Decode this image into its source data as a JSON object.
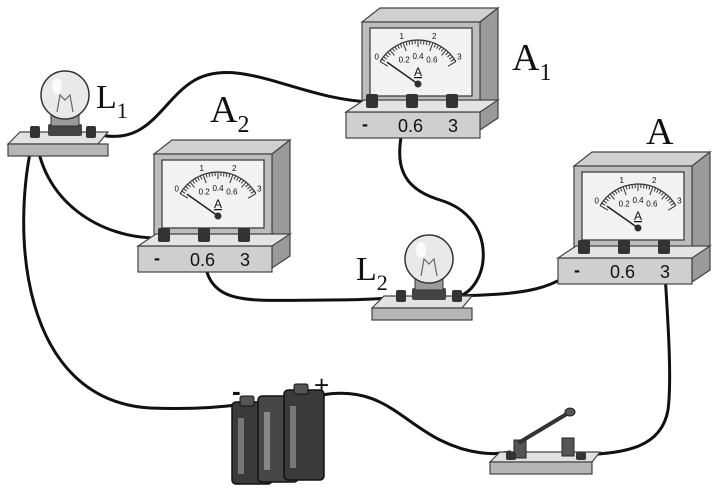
{
  "labels": {
    "bulb1_main": "L",
    "bulb1_sub": "1",
    "bulb2_main": "L",
    "bulb2_sub": "2",
    "ammeter1_main": "A",
    "ammeter1_sub": "1",
    "ammeter2_main": "A",
    "ammeter2_sub": "2",
    "ammeter_main": "A"
  },
  "meter": {
    "unit": "A",
    "scale_ticks": [
      "0",
      "0.2",
      "0.4",
      "0.6",
      "1",
      "2",
      "3"
    ],
    "terminal_minus": "-",
    "terminal_06": "0.6",
    "terminal_3": "3"
  },
  "battery": {
    "minus": "-",
    "plus": "+"
  },
  "colors": {
    "wire": "#111111",
    "metal_light": "#d9d9d9",
    "metal_mid": "#b5b5b5",
    "metal_dark": "#7a7a7a",
    "battery_body": "#3a3a3a"
  }
}
